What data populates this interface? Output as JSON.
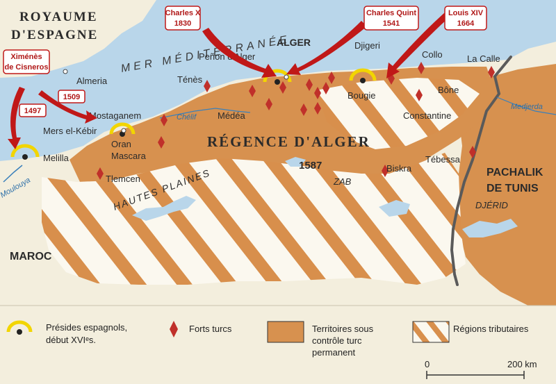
{
  "colors": {
    "sea": "#b9d6ea",
    "land": "#f3eedd",
    "turk": "#d7914f",
    "tributary_stripe": "#d88f4c",
    "fort": "#c0302a",
    "presides_ring": "#f2d500",
    "border": "#5a5a5a",
    "arrow": "#c01818",
    "callout_text": "#b01818"
  },
  "regions": {
    "spain": "ROYAUME D'ESPAGNE",
    "sea": "MER MÉDITERRANÉE",
    "regence": "RÉGENCE D'ALGER",
    "tunis": "PACHALIK DE TUNIS",
    "maroc": "MAROC",
    "hautes_plaines": "HAUTES PLAINES",
    "zab": "ZAB",
    "djerid": "DJÉRID",
    "year_1587": "1587"
  },
  "rivers": {
    "moulouya": "Moulouya",
    "chelif": "Chélif",
    "medjerda": "Medjerda"
  },
  "cities": {
    "alger": "ALGER",
    "almeria": "Almeria",
    "mostaganem": "Mostaganem",
    "mers_el_kebir": "Mers el-Kébir",
    "oran": "Oran",
    "melilla": "Melilla",
    "mascara": "Mascara",
    "tlemcen": "Tlemcen",
    "tenes": "Ténès",
    "penon": "Peñon d'Alger",
    "medea": "Médéa",
    "djigeri": "Djigeri",
    "collo": "Collo",
    "la_calle": "La Calle",
    "bougie": "Bougie",
    "bone": "Bône",
    "constantine": "Constantine",
    "tebessa": "Tébessa",
    "biskra": "Biskra"
  },
  "callouts": [
    {
      "line1": "Charles X",
      "line2": "1830"
    },
    {
      "line1": "Charles Quint",
      "line2": "1541"
    },
    {
      "line1": "Louis XIV",
      "line2": "1664"
    },
    {
      "line1": "Ximénès",
      "line2": "de Cisneros"
    },
    {
      "line1": "1509",
      "line2": ""
    },
    {
      "line1": "1497",
      "line2": ""
    }
  ],
  "legend": {
    "presides_line1": "Présides espagnols,",
    "presides_line2": "début XVIᵉs.",
    "forts": "Forts turcs",
    "territoires_line1": "Territoires sous",
    "territoires_line2": "contrôle turc",
    "territoires_line3": "permanent",
    "tributaires": "Régions tributaires",
    "scale_start": "0",
    "scale_end": "200 km"
  }
}
